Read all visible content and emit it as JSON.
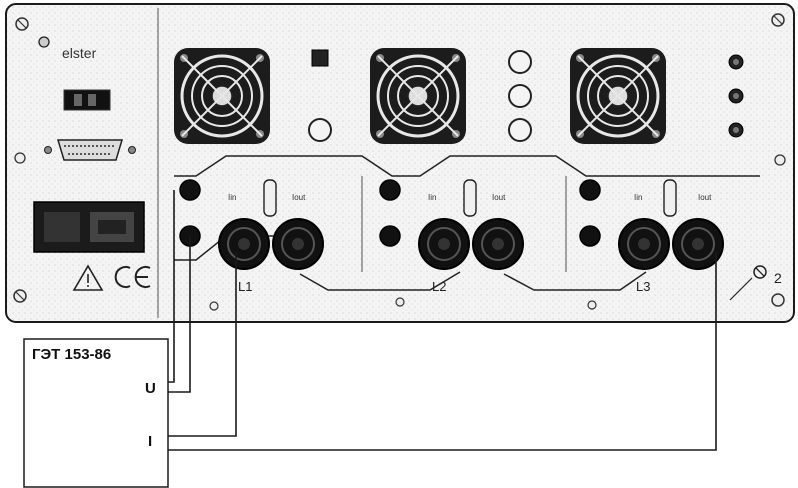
{
  "standard_box": {
    "title": "ГЭТ 153-86",
    "terminal_u": "U",
    "terminal_i": "I"
  },
  "channels": [
    {
      "label": "L1",
      "jack_left": "Iin",
      "jack_right": "Iout"
    },
    {
      "label": "L2",
      "jack_left": "Iin",
      "jack_right": "Iout"
    },
    {
      "label": "L3",
      "jack_left": "Iin",
      "jack_right": "Iout"
    }
  ],
  "panel": {
    "brand": "elster",
    "ground_label": "2"
  },
  "icons": [
    "fan-icon",
    "warning-triangle-icon",
    "ce-mark-icon",
    "ground-icon",
    "power-switch-icon",
    "db25-connector-icon",
    "screw-icon"
  ],
  "colors": {
    "ink": "#1a1a1a",
    "panel_fill": "#f2f2f2",
    "jack_fill": "#111111"
  }
}
